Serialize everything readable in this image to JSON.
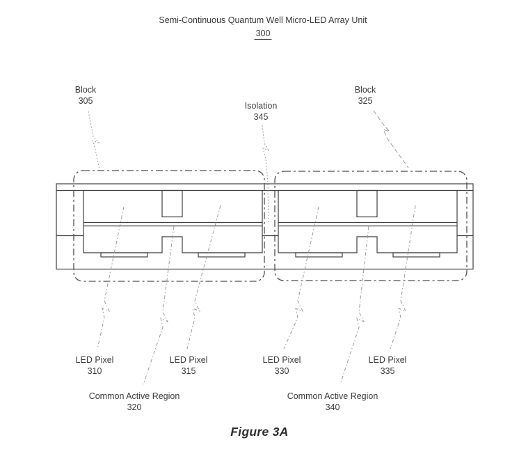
{
  "figure": {
    "title": "Semi-Continuous Quantum Well Micro-LED Array Unit",
    "title_ref": "300",
    "caption": "Figure 3A"
  },
  "labels": {
    "block_305": {
      "text": "Block",
      "ref": "305"
    },
    "isolation_345": {
      "text": "Isolation",
      "ref": "345"
    },
    "block_325": {
      "text": "Block",
      "ref": "325"
    },
    "led_pixel_310": {
      "text": "LED Pixel",
      "ref": "310"
    },
    "led_pixel_315": {
      "text": "LED Pixel",
      "ref": "315"
    },
    "led_pixel_330": {
      "text": "LED Pixel",
      "ref": "330"
    },
    "led_pixel_335": {
      "text": "LED Pixel",
      "ref": "335"
    },
    "common_active_region_320": {
      "text": "Common Active Region",
      "ref": "320"
    },
    "common_active_region_340": {
      "text": "Common Active Region",
      "ref": "340"
    }
  },
  "colors": {
    "background": "#ffffff",
    "structure_line": "#3f3f3f",
    "dashed_block_line": "#4f4f4f",
    "leader_line": "#9a9a9a",
    "text": "#3a3a3a"
  }
}
